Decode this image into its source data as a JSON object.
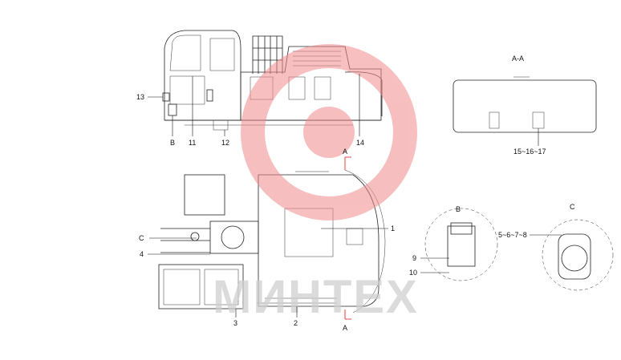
{
  "watermark": {
    "text": "МИНТЕХ",
    "gear_color": "#f08a8a",
    "text_color": "#cfcfcf"
  },
  "views": {
    "section_aa": {
      "title": "A-A"
    },
    "detail_b": {
      "title": "B"
    },
    "detail_c": {
      "title": "C"
    },
    "section_mark_top": "A",
    "section_mark_bottom": "A"
  },
  "callouts": {
    "c13": "13",
    "cB": "B",
    "c11": "11",
    "c12": "12",
    "c14": "14",
    "c15_17": "15~16~17",
    "cC": "C",
    "c4": "4",
    "c3": "3",
    "c2": "2",
    "c1": "1",
    "c9": "9",
    "c10": "10",
    "c5_8": "5~6~7~8"
  },
  "colors": {
    "line": "#222222",
    "leader": "#111111",
    "section_marker": "#dd1111"
  }
}
